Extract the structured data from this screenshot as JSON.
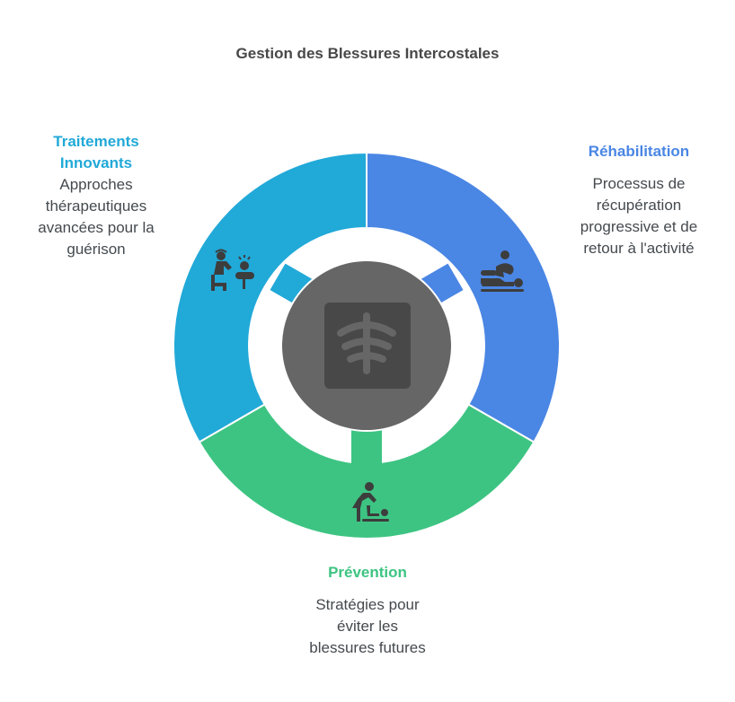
{
  "title": "Gestion des Blessures Intercostales",
  "center": {
    "icon": "xray-ribcage-icon",
    "fill": "#666666",
    "icon_bg": "#484848"
  },
  "segments": [
    {
      "key": "innov",
      "heading": "Traitements Innovants",
      "heading_lines": [
        "Traitements",
        "Innovants"
      ],
      "description_lines": [
        "Approches",
        "thérapeutiques",
        "avancées pour la",
        "guérison"
      ],
      "icon": "therapist-child-icon",
      "color": "#21a9d8"
    },
    {
      "key": "rehab",
      "heading": "Réhabilitation",
      "heading_lines": [
        "Réhabilitation"
      ],
      "description_lines": [
        "Processus de",
        "récupération",
        "progressive et de",
        "retour à l'activité"
      ],
      "icon": "massage-therapy-icon",
      "color": "#4a86e4"
    },
    {
      "key": "prev",
      "heading": "Prévention",
      "heading_lines": [
        "Prévention"
      ],
      "description_lines": [
        "Stratégies pour",
        "éviter les",
        "blessures futures"
      ],
      "icon": "caregiver-baby-changing-icon",
      "color": "#3dc482"
    }
  ]
}
